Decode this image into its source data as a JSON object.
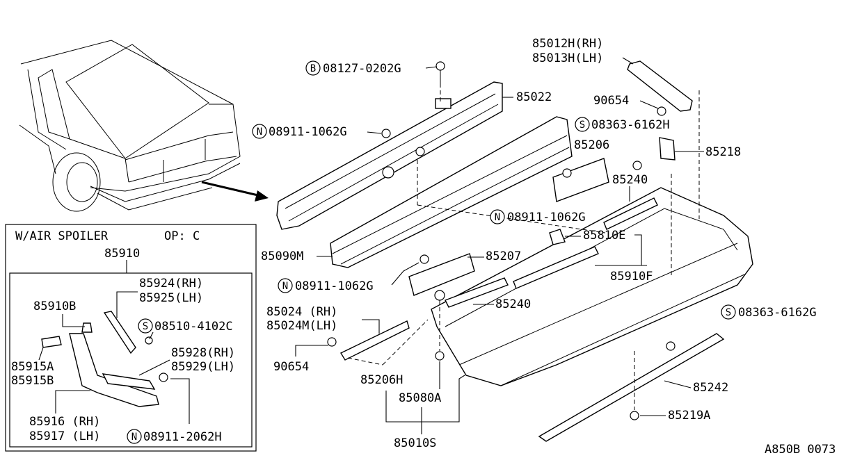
{
  "inset": {
    "header": "W/AIR SPOILER",
    "option": "OP: C",
    "assembly": "85910"
  },
  "callouts": {
    "bolt_b_code": "B",
    "bolt_b": "08127-0202G",
    "n_code": "N",
    "nut_n1": "08911-1062G",
    "nut_n2": "08911-1062G",
    "nut_n3": "08911-1062G",
    "nut_n4": "08911-2062H",
    "s_code": "S",
    "screw_s1": "08363-6162H",
    "screw_s2": "08363-6162G",
    "screw_s3": "08510-4102C"
  },
  "labels": {
    "p85012h": "85012H(RH)",
    "p85013h": "85013H(LH)",
    "p85022": "85022",
    "p90654a": "90654",
    "p90654b": "90654",
    "p85218": "85218",
    "p85206": "85206",
    "p85240a": "85240",
    "p85240b": "85240",
    "p85810e": "85810E",
    "p85910f": "85910F",
    "p85090m": "85090M",
    "p85207": "85207",
    "p85024": "85024 (RH)",
    "p85024m": "85024M(LH)",
    "p85206h": "85206H",
    "p85080a": "85080A",
    "p85010s": "85010S",
    "p85242": "85242",
    "p85219a": "85219A",
    "p85924": "85924(RH)",
    "p85925": "85925(LH)",
    "p85910b": "85910B",
    "p85915a": "85915A",
    "p85915b": "85915B",
    "p85928": "85928(RH)",
    "p85929": "85929(LH)",
    "p85916": "85916 (RH)",
    "p85917": "85917 (LH)"
  },
  "footer": {
    "drawing_id": "A850B 0073"
  }
}
